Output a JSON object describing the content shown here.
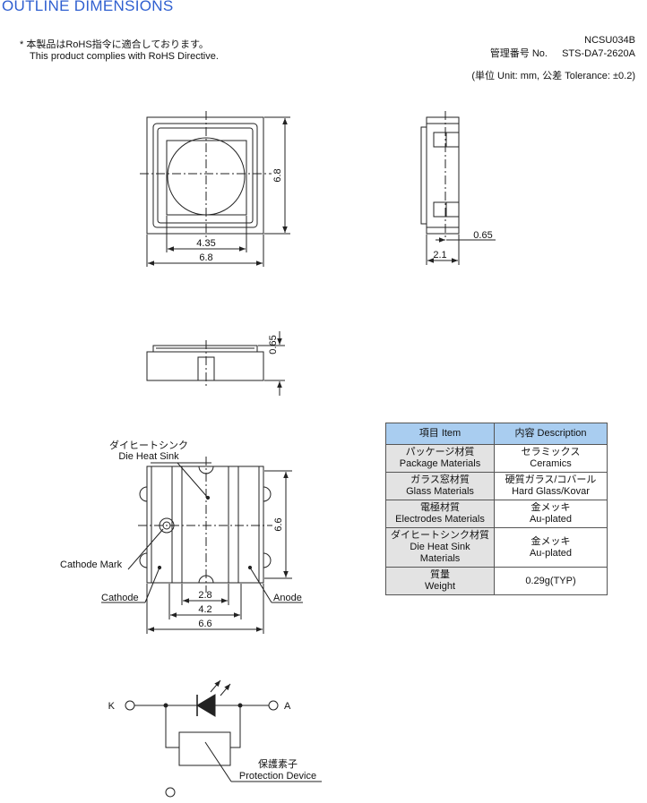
{
  "header": {
    "title": "OUTLINE DIMENSIONS",
    "title_color": "#2f5fd0",
    "rohs_note_ja": "* 本製品はRoHS指令に適合しております。",
    "rohs_note_en": "This product complies with RoHS Directive.",
    "model_number": "NCSU034B",
    "control_no_label": "管理番号 No.",
    "control_no_value": "STS-DA7-2620A",
    "unit_note": "(単位 Unit: mm,  公差 Tolerance: ±0.2)"
  },
  "dimensions": {
    "top_width": "6.8",
    "top_height": "6.8",
    "lens_diameter": "4.35",
    "side_depth": "2.1",
    "side_offset": "0.65",
    "front_offset": "0.65",
    "bottom_inner": "2.8",
    "bottom_mid": "4.2",
    "bottom_outer": "6.6",
    "bottom_height": "6.6"
  },
  "labels": {
    "heat_sink_ja": "ダイヒートシンク",
    "heat_sink_en": "Die Heat Sink",
    "cathode_mark": "Cathode Mark",
    "cathode": "Cathode",
    "anode": "Anode",
    "terminal_k": "K",
    "terminal_a": "A",
    "protection_ja": "保護素子",
    "protection_en": "Protection Device"
  },
  "spec_table": {
    "header_color": "#a9cdf0",
    "col_item": "項目 Item",
    "col_desc": "内容 Description",
    "rows": [
      {
        "item_ja": "パッケージ材質",
        "item_en": "Package Materials",
        "desc_ja": "セラミックス",
        "desc_en": "Ceramics"
      },
      {
        "item_ja": "ガラス窓材質",
        "item_en": "Glass Materials",
        "desc_ja": "硬質ガラス/コバール",
        "desc_en": "Hard Glass/Kovar"
      },
      {
        "item_ja": "電極材質",
        "item_en": "Electrodes Materials",
        "desc_ja": "金メッキ",
        "desc_en": "Au-plated"
      },
      {
        "item_ja": "ダイヒートシンク材質",
        "item_en": "Die Heat Sink",
        "item_en2": "Materials",
        "desc_ja": "金メッキ",
        "desc_en": "Au-plated"
      },
      {
        "item_ja": "質量",
        "item_en": "Weight",
        "desc_ja": "0.29g(TYP)"
      }
    ]
  }
}
